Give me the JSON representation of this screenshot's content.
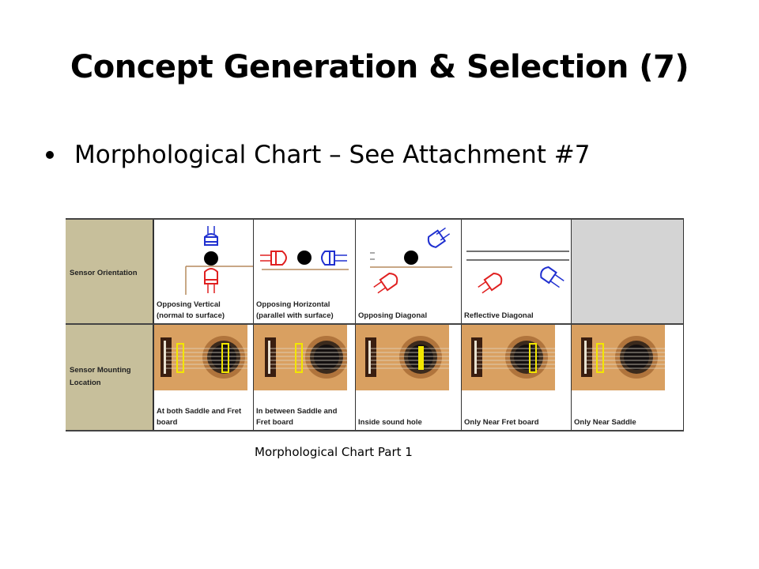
{
  "slide": {
    "title": "Concept Generation & Selection (7)",
    "bullet": "Morphological Chart – See Attachment #7",
    "figure_caption": "Morphological Chart Part 1"
  },
  "chart": {
    "rows": [
      {
        "header": "Sensor Orientation",
        "options": [
          "Opposing Vertical",
          "(normal to surface)",
          "Opposing Horizontal",
          "(parallel with surface)",
          "Opposing Diagonal",
          "Reflective Diagonal"
        ]
      },
      {
        "header_line1": "Sensor Mounting",
        "header_line2": "Location",
        "options": [
          "At both Saddle and Fret",
          "board",
          "In between Saddle and",
          "Fret board",
          "Inside sound hole",
          "Only Near Fret board",
          "Only Near Saddle"
        ]
      }
    ]
  },
  "colors": {
    "header_bg": "#c7bf9b",
    "emitter": "#e02020",
    "receiver": "#2030d0",
    "marker": "#f2e600",
    "wood": "#d9a061"
  }
}
